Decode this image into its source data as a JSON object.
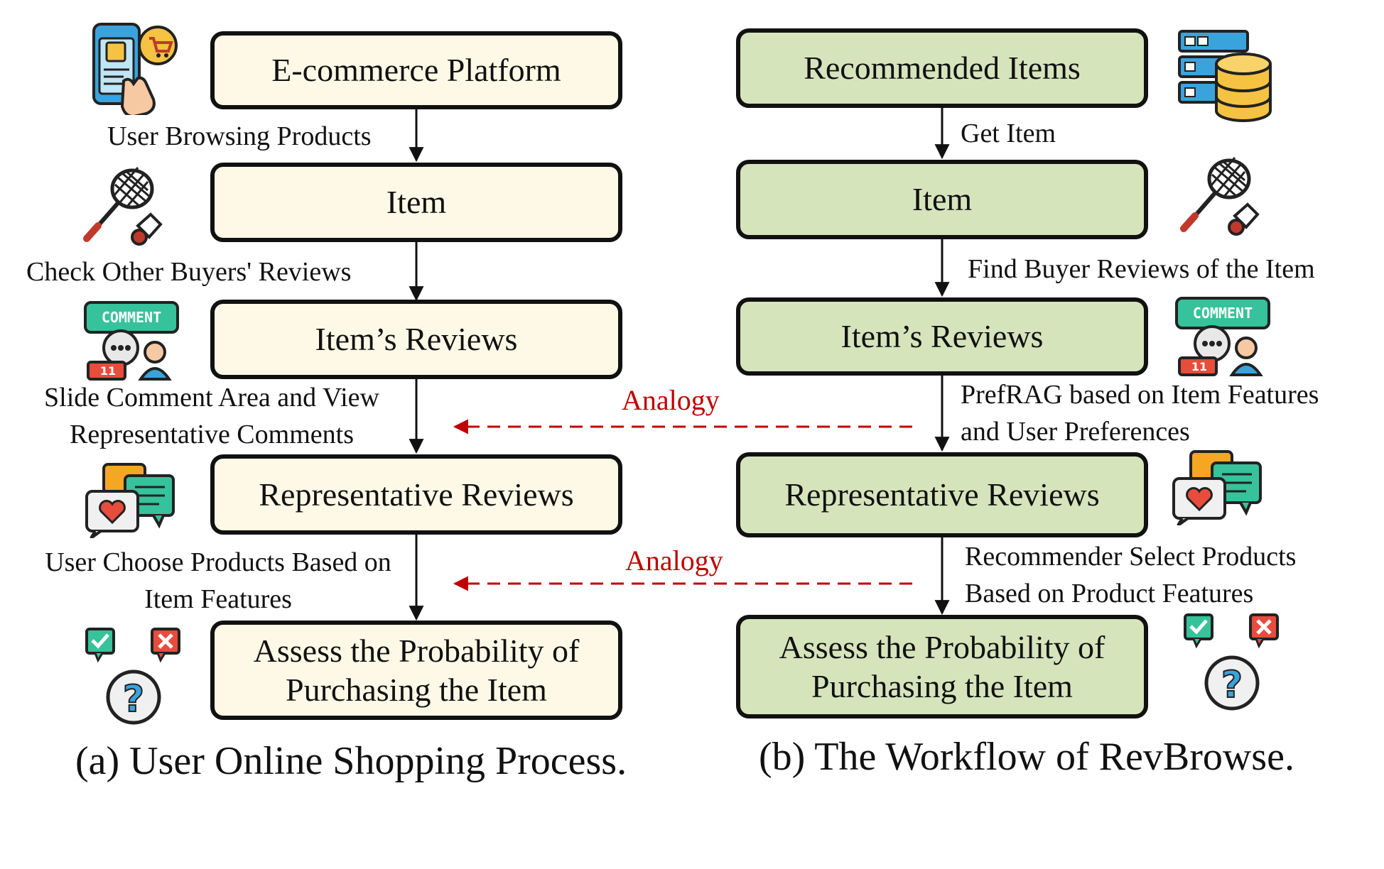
{
  "panel_a": {
    "boxes": {
      "platform": "E-commerce Platform",
      "item": "Item",
      "reviews": "Item’s Reviews",
      "representative": "Representative Reviews",
      "assess_line1": "Assess the Probability of",
      "assess_line2": "Purchasing the Item"
    },
    "labels": {
      "browse": "User Browsing Products",
      "check": "Check Other Buyers' Reviews",
      "slide_line1": "Slide Comment Area and View",
      "slide_line2": "Representative Comments",
      "choose_line1": "User Choose Products Based on",
      "choose_line2": "Item Features"
    },
    "caption": "(a) User Online Shopping Process."
  },
  "panel_b": {
    "boxes": {
      "recommended": "Recommended Items",
      "item": "Item",
      "reviews": "Item’s Reviews",
      "representative": "Representative Reviews",
      "assess_line1": "Assess the Probability of",
      "assess_line2": "Purchasing the Item"
    },
    "labels": {
      "get": "Get Item",
      "find": "Find Buyer Reviews of the Item",
      "prefrag_line1": "PrefRAG based on Item Features",
      "prefrag_line2": "and User Preferences",
      "recommender_line1": "Recommender Select Products",
      "recommender_line2": "Based on Product Features"
    },
    "caption": "(b) The Workflow of RevBrowse."
  },
  "analogy_labels": [
    "Analogy",
    "Analogy"
  ],
  "icons": {
    "comment_badge_text": "COMMENT",
    "counter_text": "11",
    "question_mark": "?"
  },
  "colors": {
    "left_box_fill": "#fdf9e6",
    "right_box_fill": "#d6e4bc",
    "analogy_red": "#c00000",
    "border": "#111111"
  }
}
